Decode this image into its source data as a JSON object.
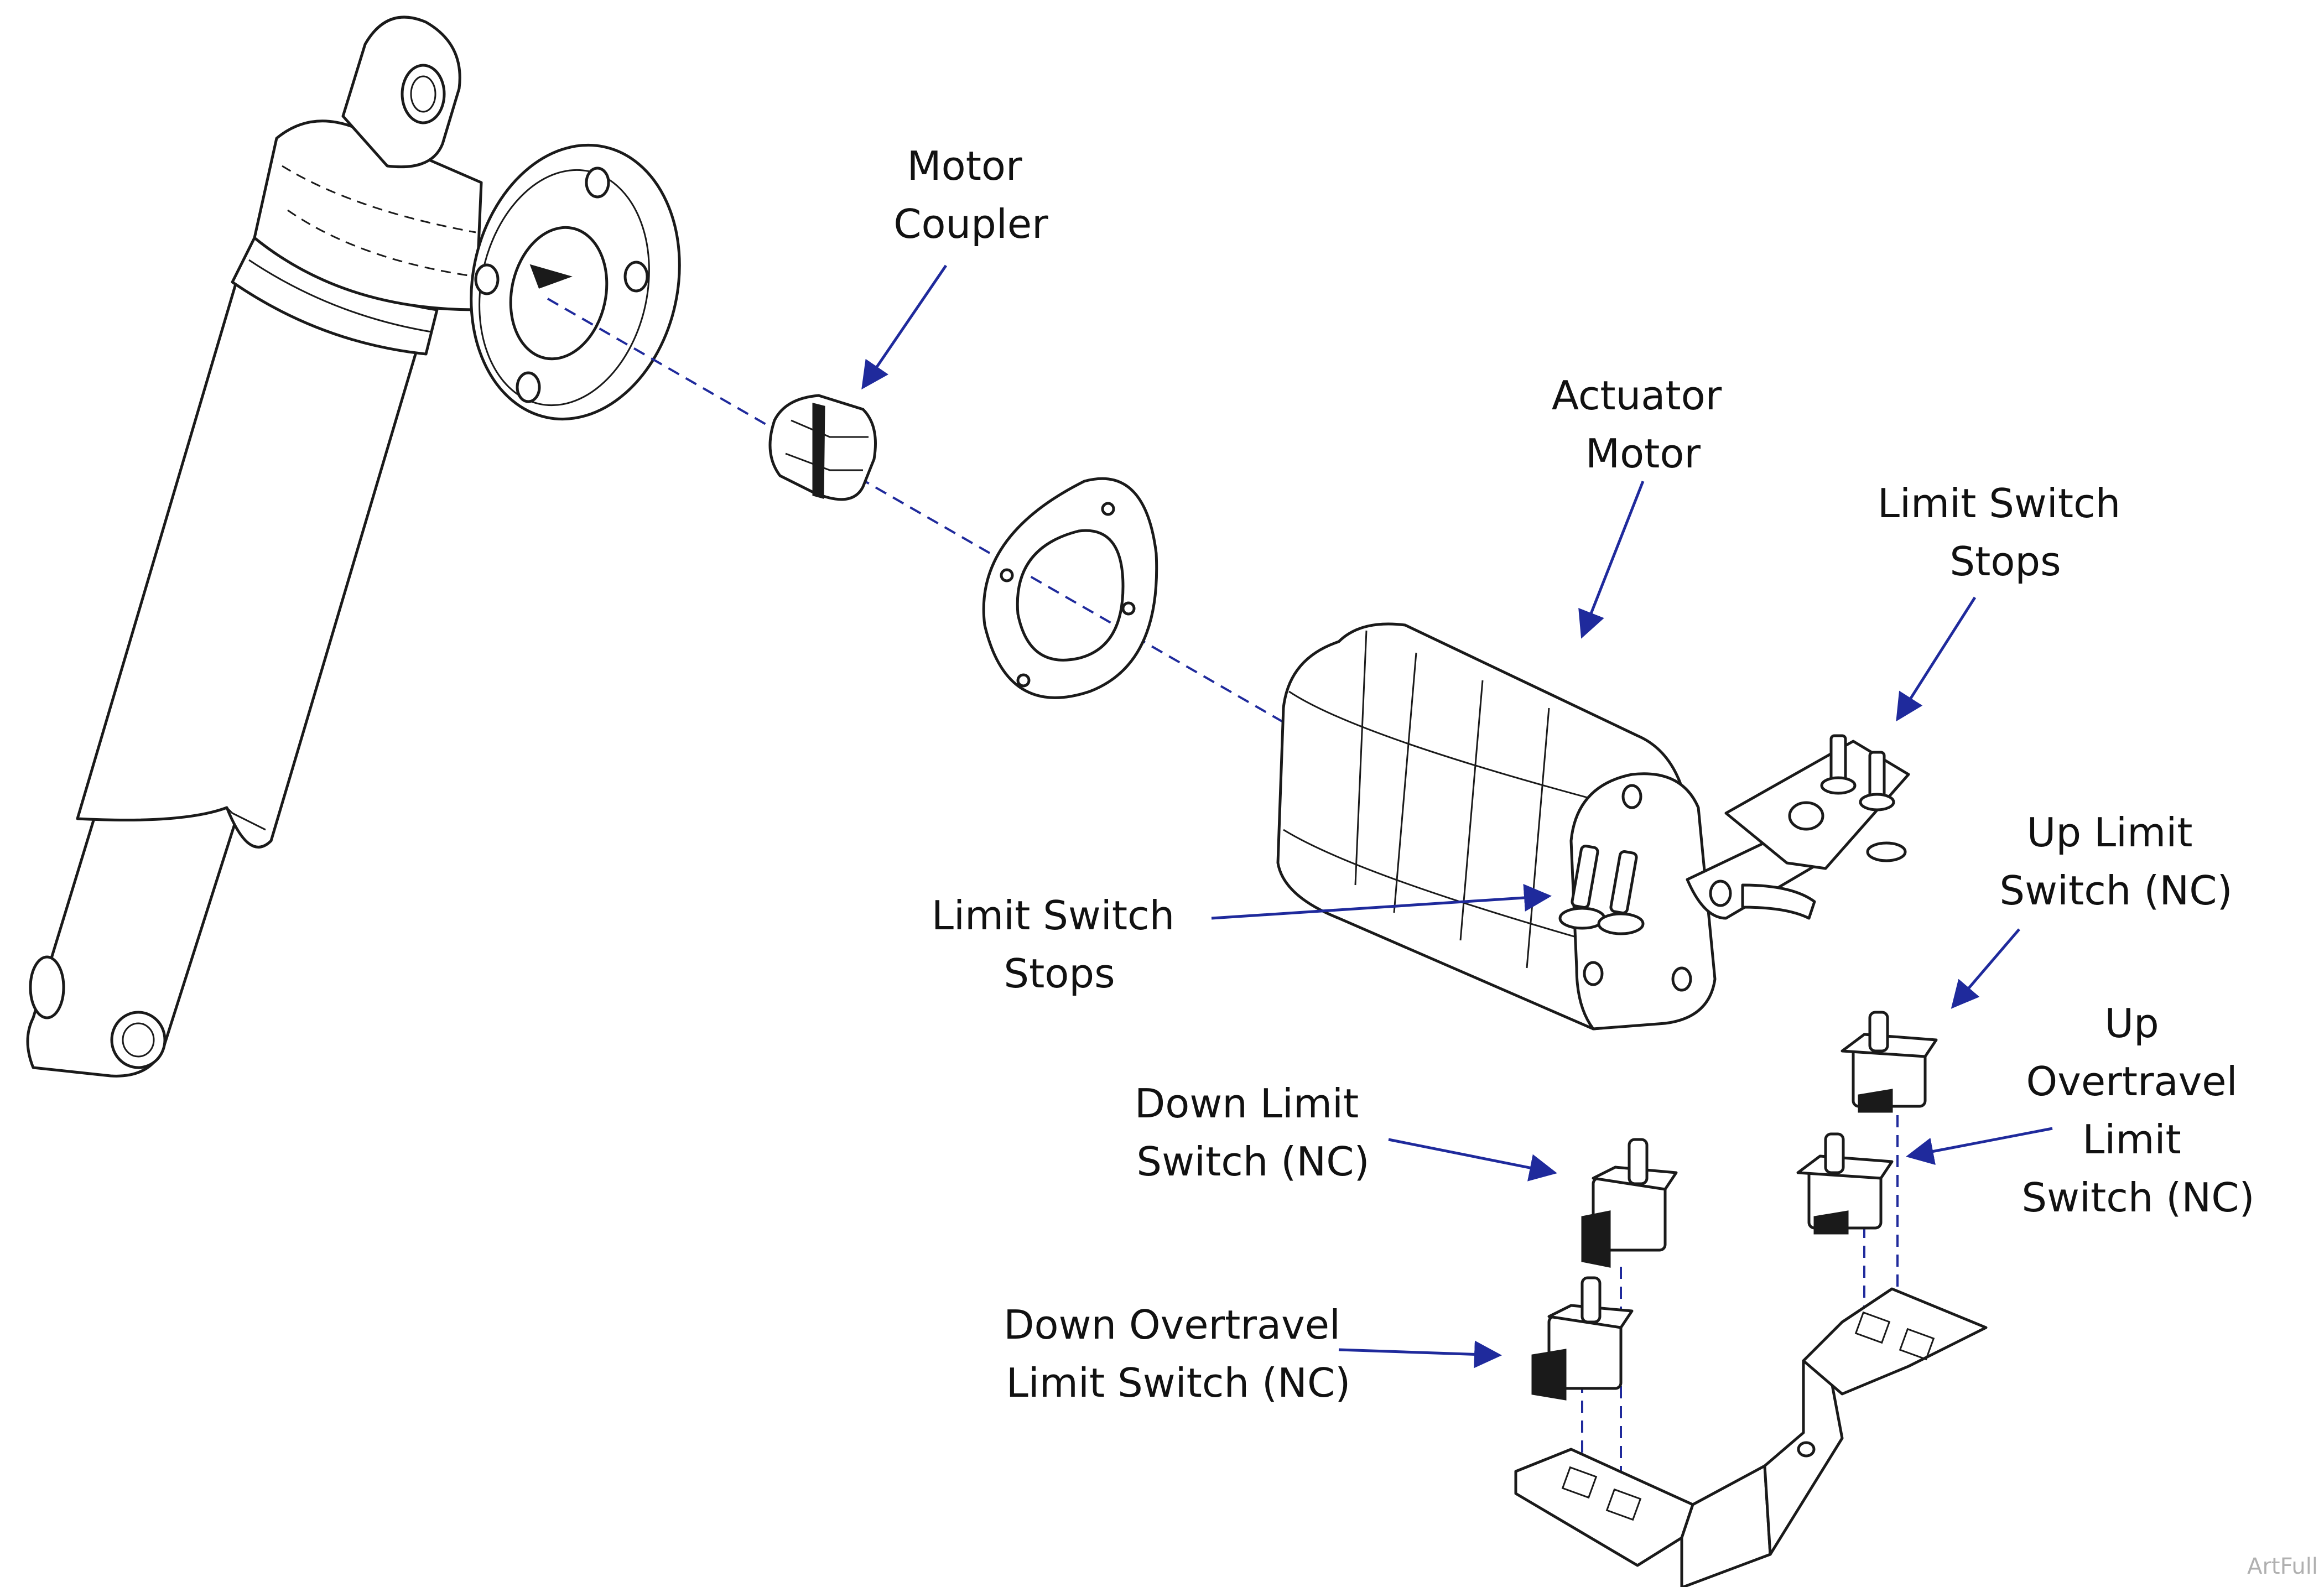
{
  "labels": {
    "motor_coupler": [
      "Motor",
      "Coupler"
    ],
    "actuator_motor": [
      "Actuator",
      "Motor"
    ],
    "limit_switch_stops_top": [
      "Limit Switch",
      "Stops"
    ],
    "limit_switch_stops_mid": [
      "Limit Switch",
      "Stops"
    ],
    "up_limit_switch": [
      "Up Limit",
      "Switch (NC)"
    ],
    "up_overtravel_limit_switch": [
      "Up",
      "Overtravel",
      "Limit",
      "Switch (NC)"
    ],
    "down_limit_switch": [
      "Down Limit",
      "Switch (NC)"
    ],
    "down_overtravel_limit_switch": [
      "Down Overtravel",
      "Limit Switch (NC)"
    ]
  },
  "watermark": "ArtFull",
  "colors": {
    "leader": "#1f2a9c",
    "linework": "#1a1a1a",
    "background": "#ffffff"
  }
}
